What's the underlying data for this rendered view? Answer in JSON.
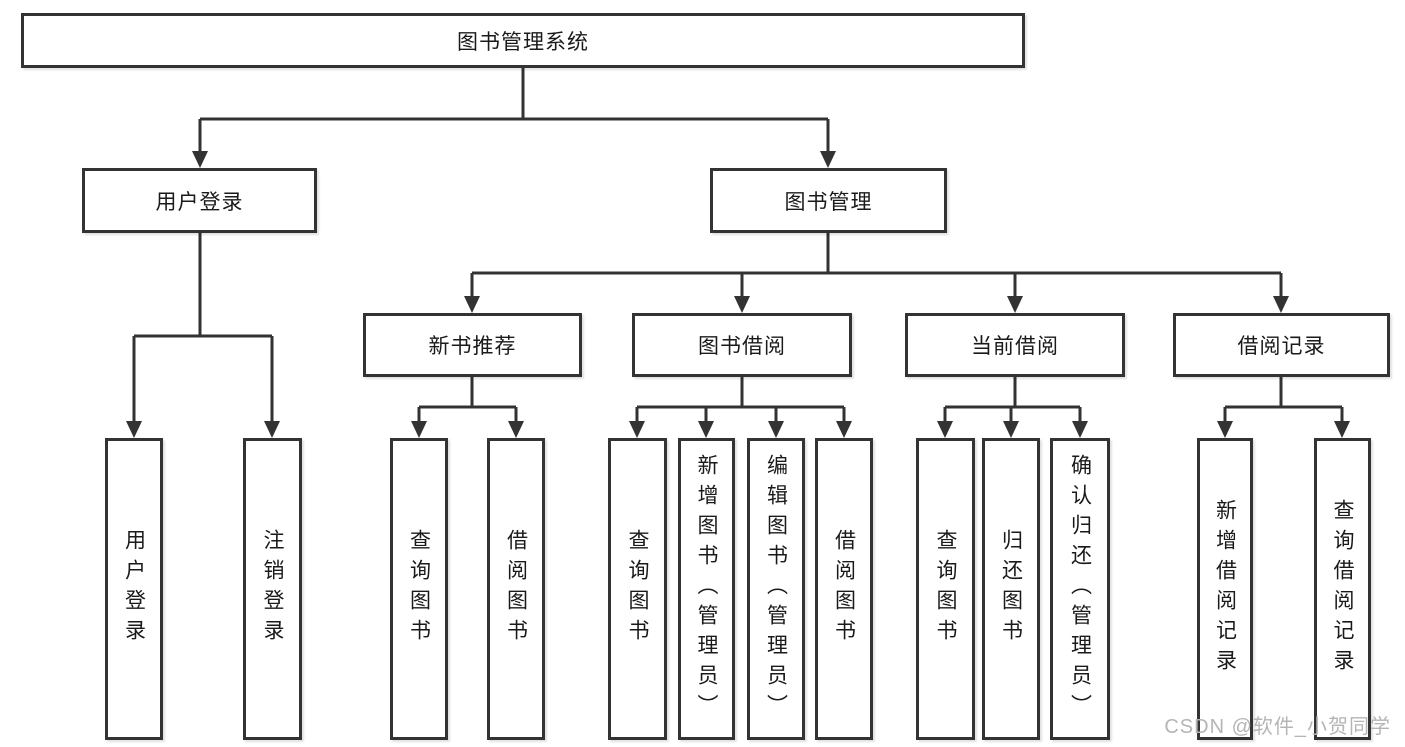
{
  "tree": {
    "label": "图书管理系统",
    "children": [
      {
        "label": "用户登录",
        "children": [
          {
            "label": "用户登录"
          },
          {
            "label": "注销登录"
          }
        ]
      },
      {
        "label": "图书管理",
        "children": [
          {
            "label": "新书推荐",
            "children": [
              {
                "label": "查询图书"
              },
              {
                "label": "借阅图书"
              }
            ]
          },
          {
            "label": "图书借阅",
            "children": [
              {
                "label": "查询图书"
              },
              {
                "label": "新增图书（管理员）"
              },
              {
                "label": "编辑图书（管理员）"
              },
              {
                "label": "借阅图书"
              }
            ]
          },
          {
            "label": "当前借阅",
            "children": [
              {
                "label": "查询图书"
              },
              {
                "label": "归还图书"
              },
              {
                "label": "确认归还（管理员）"
              }
            ]
          },
          {
            "label": "借阅记录",
            "children": [
              {
                "label": "新增借阅记录"
              },
              {
                "label": "查询借阅记录"
              }
            ]
          }
        ]
      }
    ]
  },
  "watermark": {
    "text": "CSDN @软件_小贺同学",
    "color": "#b5b5b5"
  },
  "colors": {
    "line": "#333333",
    "box_border": "#333333",
    "text": "#1a1a1a",
    "background": "#ffffff"
  }
}
